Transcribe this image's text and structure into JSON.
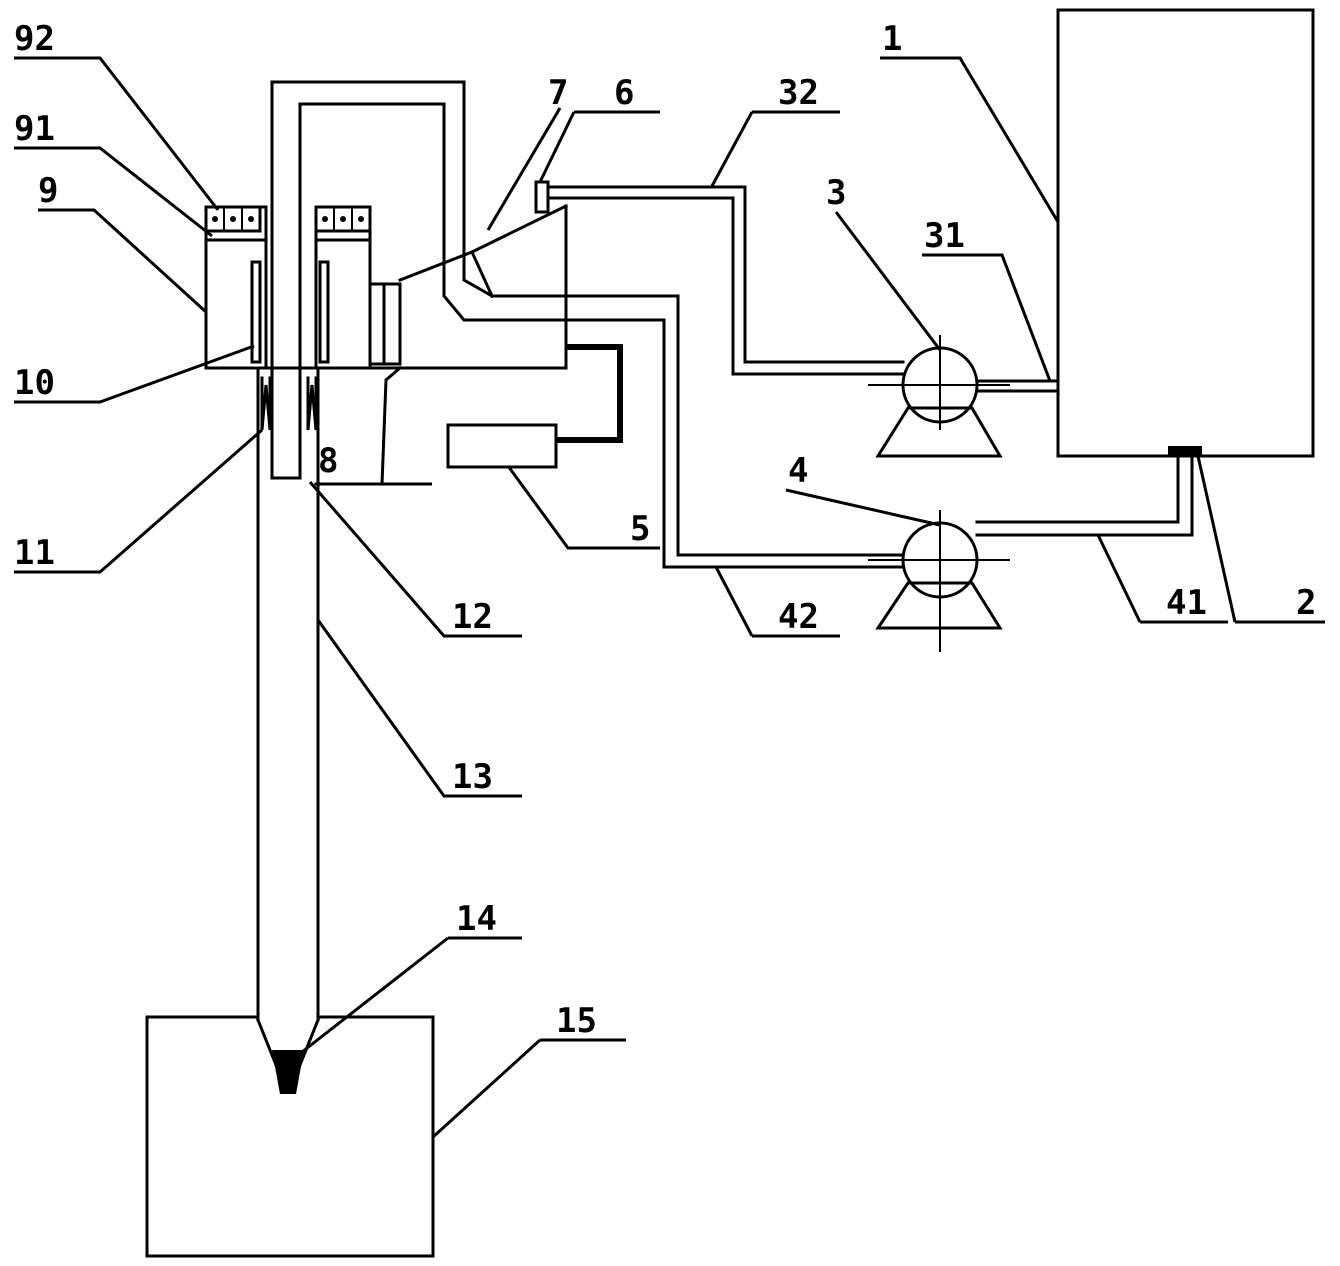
{
  "labels": {
    "tank": "1",
    "bottom_outlet": "2",
    "pump_upper": "3",
    "pump_upper_inlet_pipe": "31",
    "pump_upper_outlet_pipe": "32",
    "pump_lower": "4",
    "pump_lower_inlet_pipe": "41",
    "pump_lower_outlet_pipe": "42",
    "controller": "5",
    "port_6": "6",
    "cone_7": "7",
    "part_8": "8",
    "housing_9": "9",
    "part_91": "91",
    "part_92": "92",
    "part_10": "10",
    "part_11": "11",
    "part_12": "12",
    "probe_13": "13",
    "tip_14": "14",
    "container_15": "15"
  }
}
